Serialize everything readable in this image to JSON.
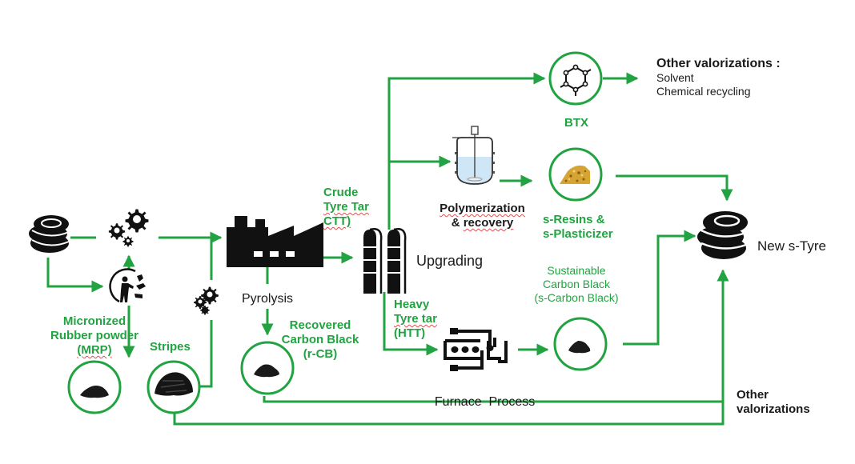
{
  "colors": {
    "flow": "#21a341",
    "icon": "#111111",
    "label_green": "#21a341",
    "label_dark": "#1a1a1a",
    "reactor_liquid": "#cfe6f7",
    "resin": "#d6a433"
  },
  "nodes": {
    "tyres_input": {
      "icon": "tyre-stack-icon"
    },
    "grinding_gears": {
      "icon": "gears-icon"
    },
    "recycling_person": {
      "icon": "recycling-person-icon"
    },
    "mrp": {
      "icon": "powder-pile-icon",
      "label": [
        "Micronized",
        "Rubber powder",
        "(MRP)"
      ]
    },
    "stripes_gears": {
      "icon": "gears-icon"
    },
    "stripes": {
      "icon": "rubber-stripes-icon",
      "label": [
        "Stripes"
      ]
    },
    "pyrolysis": {
      "icon": "factory-icon",
      "label": [
        "Pyrolysis"
      ]
    },
    "rcb": {
      "icon": "powder-pile-icon",
      "label": [
        "Recovered",
        "Carbon Black",
        "(r-CB)"
      ]
    },
    "ctt": {
      "label": [
        "Crude",
        "Tyre Tar",
        "CTT)"
      ]
    },
    "upgrading": {
      "icon": "distillation-columns-icon",
      "label": [
        "Upgrading"
      ]
    },
    "htt": {
      "label": [
        "Heavy",
        "Tyre tar",
        "(HTT)"
      ]
    },
    "btx": {
      "icon": "benzene-ring-icon",
      "label": [
        "BTX"
      ]
    },
    "other_valorizations_top": {
      "title": "Other valorizations :",
      "items": [
        "Solvent",
        "Chemical recycling"
      ]
    },
    "polymerization": {
      "icon": "reactor-vessel-icon",
      "label": [
        "Polymerization",
        "& recovery"
      ]
    },
    "resins": {
      "icon": "resin-pile-icon",
      "label": [
        "s-Resins &",
        "s-Plasticizer"
      ]
    },
    "furnace": {
      "icon": "furnace-icon",
      "label": [
        "Furnace  Process"
      ]
    },
    "scb": {
      "icon": "powder-pile-icon",
      "label": [
        "Sustainable",
        "Carbon Black",
        "(s-Carbon Black)"
      ]
    },
    "new_tyre": {
      "icon": "tyre-stack-icon",
      "label": [
        "New s-Tyre"
      ]
    },
    "other_valorizations_bottom": {
      "label": [
        "Other",
        "valorizations"
      ]
    }
  }
}
